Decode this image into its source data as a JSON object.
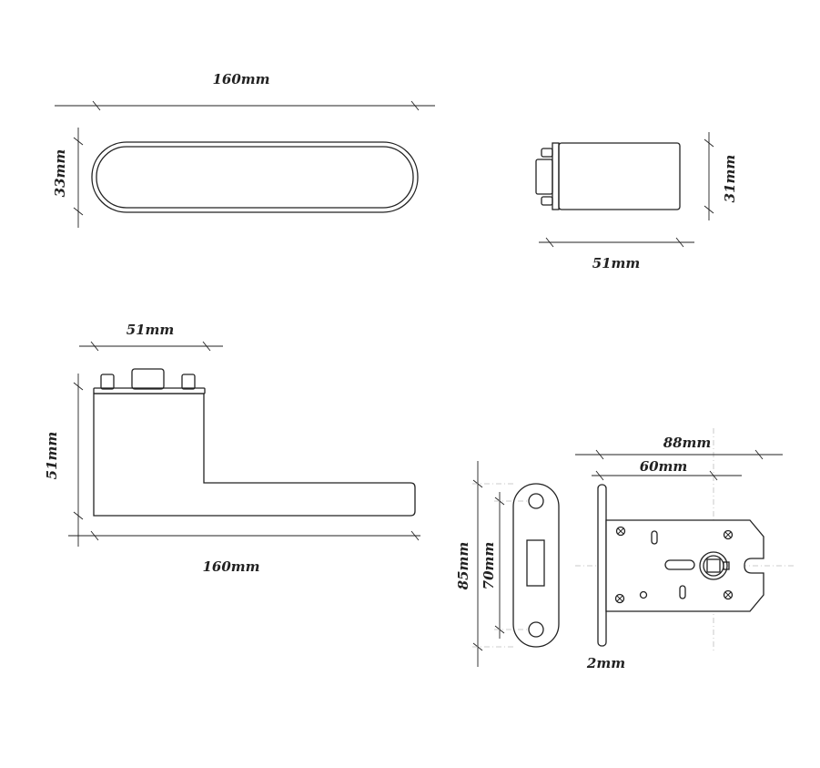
{
  "dimensions": {
    "rosette_length": "160mm",
    "rosette_height": "33mm",
    "cylinder_height": "31mm",
    "cylinder_length": "51mm",
    "handle_top_width": "51mm",
    "handle_height": "51mm",
    "handle_length": "160mm",
    "plate_height": "85mm",
    "plate_hole_spacing": "70mm",
    "lock_length": "88mm",
    "lock_backset": "60mm",
    "faceplate_thickness": "2mm"
  }
}
